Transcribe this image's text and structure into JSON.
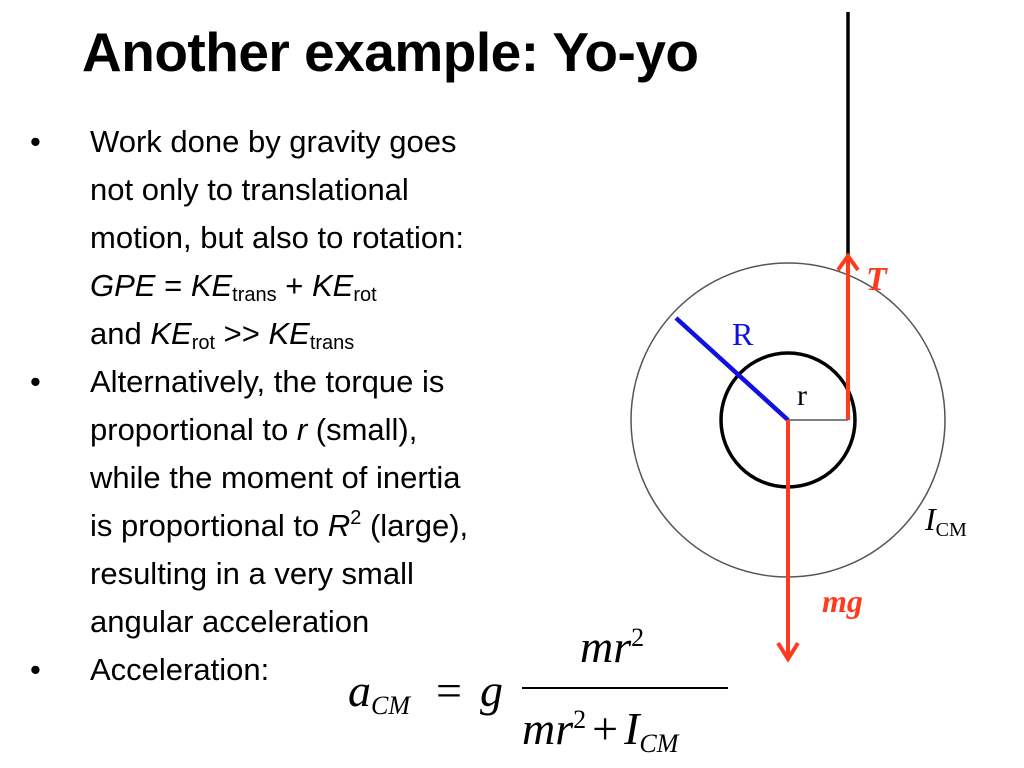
{
  "slide": {
    "title": "Another example: Yo-yo",
    "bullet_char": "•",
    "bullets": [
      {
        "lines": [
          "Work done by gravity goes",
          "not only to translational",
          "motion, but also to rotation:"
        ],
        "eq1": {
          "gpe": "GPE",
          "eq": " = ",
          "ke": "KE",
          "trans": "trans",
          "plus": " + ",
          "rot": "rot"
        },
        "eq2": {
          "and": "and ",
          "ke": "KE",
          "rot": "rot",
          "gg": " >> ",
          "trans": "trans"
        }
      },
      {
        "l1": "Alternatively, the torque is",
        "l2a": "proportional to ",
        "l2r": "r",
        "l2b": " (small),",
        "l3": "while the moment of inertia",
        "l4a": "is proportional to ",
        "l4R": "R",
        "l4sup": "2",
        "l4b": " (large),",
        "l5": "resulting in a very small",
        "l6": "angular acceleration"
      },
      {
        "label": "Acceleration:"
      }
    ]
  },
  "diagram": {
    "label_R": "R",
    "label_r": "r",
    "label_T": "T",
    "label_mg": "mg",
    "label_I": "I",
    "label_I_sub": "CM",
    "colors": {
      "force": "#ff3b1f",
      "radius": "#1010e0",
      "outline": "#000000",
      "thin": "#555555"
    }
  },
  "formula": {
    "a": "a",
    "a_sub": "CM",
    "equals": "=",
    "g": "g",
    "num_mr": "mr",
    "num_exp": "2",
    "den_mr": "mr",
    "den_exp": "2",
    "den_plus": "+",
    "den_I": "I",
    "den_sub": "CM"
  }
}
